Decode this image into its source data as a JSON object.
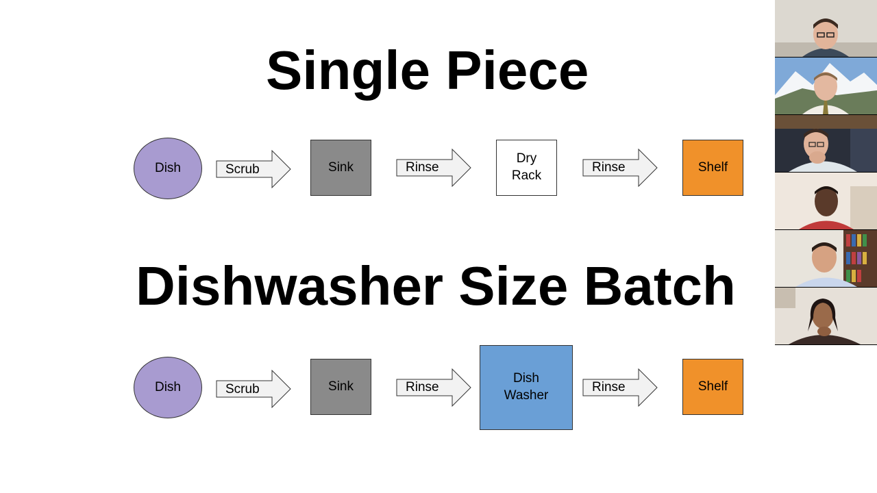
{
  "slide": {
    "title_top": "Single Piece",
    "title_bottom": "Dishwasher Size Batch",
    "flow_top": {
      "dish": "Dish",
      "scrub": "Scrub",
      "sink": "Sink",
      "rinse_1": "Rinse",
      "dry_rack": "Dry\nRack",
      "rinse_2": "Rinse",
      "shelf": "Shelf"
    },
    "flow_bottom": {
      "dish": "Dish",
      "scrub": "Scrub",
      "sink": "Sink",
      "rinse_1": "Rinse",
      "dish_washer": "Dish\nWasher",
      "rinse_2": "Rinse",
      "shelf": "Shelf"
    }
  },
  "colors": {
    "dish": "#a89bd0",
    "sink": "#8a8a8a",
    "dry_rack": "#ffffff",
    "dish_washer": "#6a9fd6",
    "shelf": "#f0912a",
    "arrow_fill": "#f2f2f2"
  },
  "participants": [
    {
      "icon": "participant-video-man-glasses"
    },
    {
      "icon": "participant-video-man-tie-mountains"
    },
    {
      "icon": "participant-video-man-hand-chin"
    },
    {
      "icon": "participant-video-man-red-shirt"
    },
    {
      "icon": "participant-video-man-bookshelf"
    },
    {
      "icon": "participant-video-woman"
    }
  ]
}
